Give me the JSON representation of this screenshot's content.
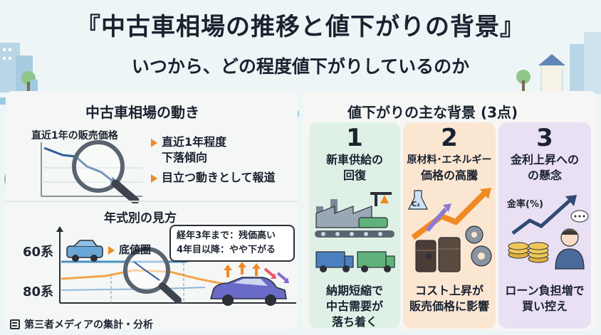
{
  "header": {
    "title": "『中古車相場の推移と値下がりの背景』",
    "subtitle": "いつから、どの程度値下がりしているのか"
  },
  "left": {
    "section_title": "中古車相場の動き",
    "chart_label": "直近1年の販売価格",
    "bullets": [
      "直近1年程度",
      "下落傾向",
      "目立つ動きとして報道"
    ],
    "year_title": "年式別の見方",
    "row_60": "60系",
    "row_80": "80系",
    "bottom_label": "底値圏",
    "note_lines": [
      "経年3年まで：残価高い",
      "4年目以降：やや下がる"
    ],
    "source": "第三者メディアの集計・分析"
  },
  "right": {
    "section_title": "値下がりの主な背景 (3点)",
    "cards": [
      {
        "num": "1",
        "title_lines": [
          "新車供給の",
          "回復"
        ],
        "bottom_lines": [
          "納期短縮で",
          "中古需要が",
          "落ち着く"
        ]
      },
      {
        "num": "2",
        "title_lines": [
          "原材料･エネルギー",
          "価格の高騰"
        ],
        "bottom_lines": [
          "コスト上昇が",
          "販売価格に影響"
        ]
      },
      {
        "num": "3",
        "title_lines": [
          "金利上昇への",
          "の懸念"
        ],
        "rate_label": "金率(%)",
        "bottom_lines": [
          "ローン負担増で",
          "買い控え"
        ]
      }
    ],
    "flask_label": "C₂"
  },
  "colors": {
    "card1": "#dff1e6",
    "card2": "#fbe6d2",
    "card3": "#e9e0f3",
    "orange": "#f08a24",
    "navy": "#2f4a73"
  }
}
